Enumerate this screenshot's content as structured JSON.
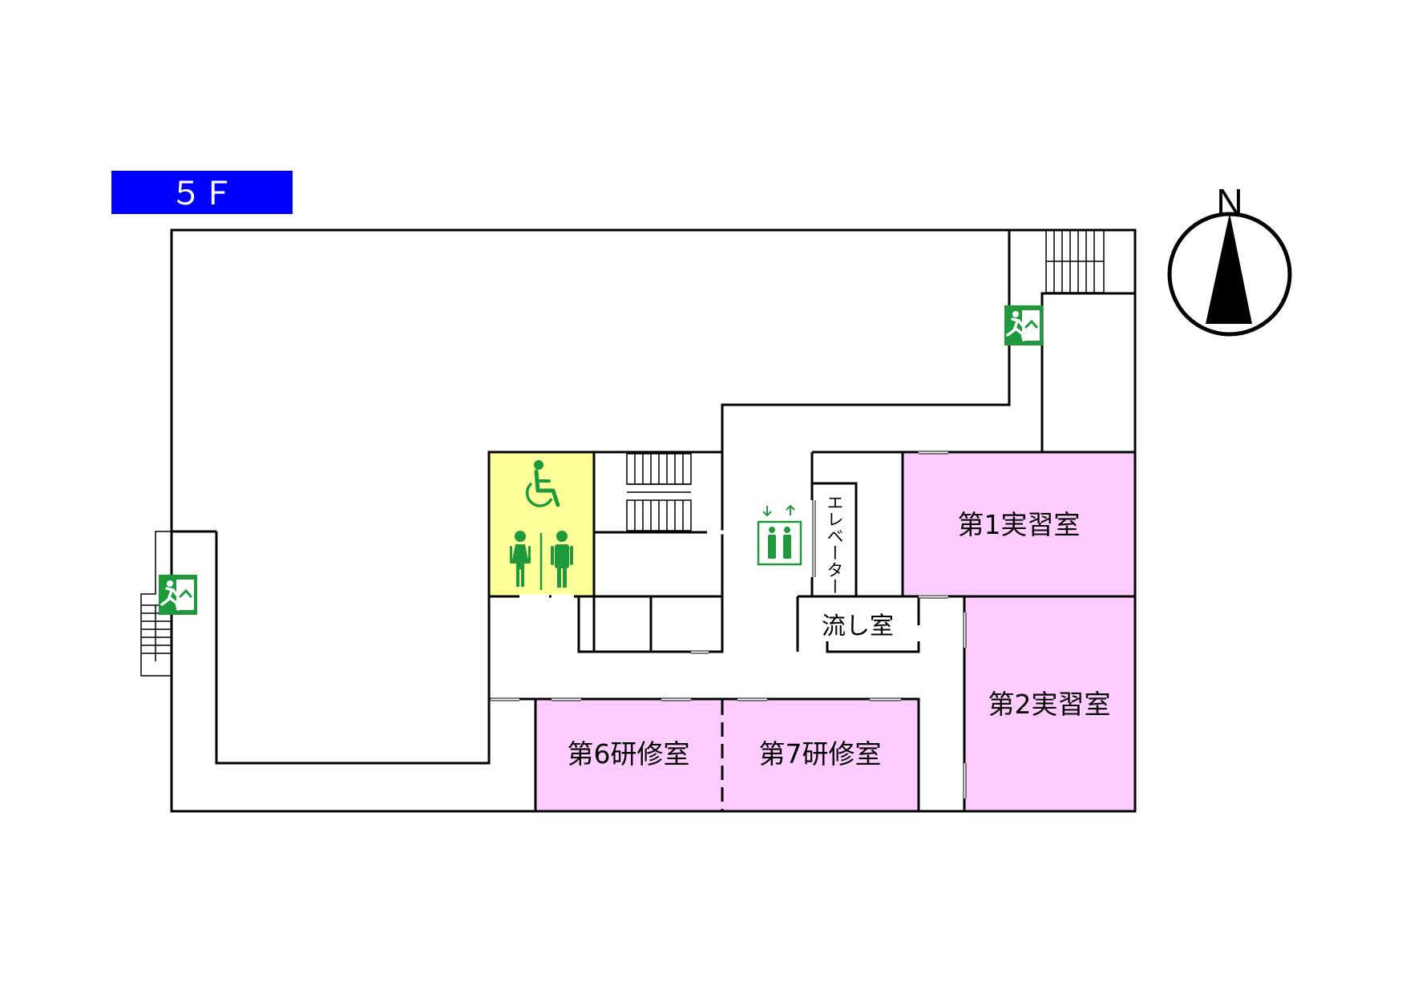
{
  "floor": {
    "label": "５Ｆ",
    "badge_color": "#0000ff"
  },
  "compass": {
    "label": "N",
    "icon": "north-arrow-icon"
  },
  "rooms": {
    "practice_room_1": "第1実習室",
    "practice_room_2": "第2実習室",
    "training_room_6": "第6研修室",
    "training_room_7": "第7研修室",
    "sink_room": "流し室",
    "elevator": "エレベーター"
  },
  "colors": {
    "classroom_fill": "#ffccff",
    "restroom_fill": "#ffff99",
    "sign_green": "#1e9a3c"
  },
  "icons": [
    "emergency-exit-icon",
    "wheelchair-icon",
    "restroom-women-icon",
    "restroom-men-icon",
    "elevator-icon",
    "stairs-icon"
  ]
}
